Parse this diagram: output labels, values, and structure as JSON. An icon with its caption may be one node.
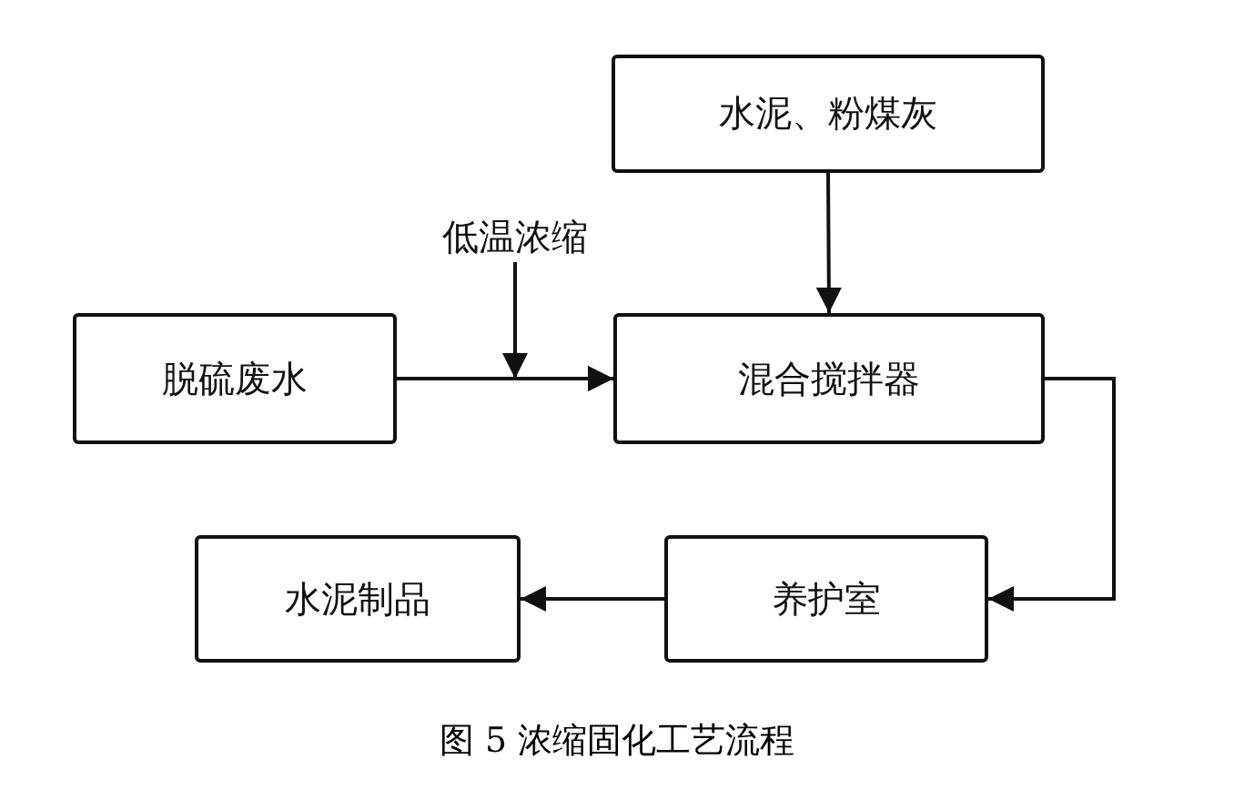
{
  "diagram": {
    "caption": "图 5 浓缩固化工艺流程",
    "nodes": [
      {
        "text": [
          "水泥、粉煤灰"
        ]
      },
      {
        "text": [
          "低温浓缩"
        ]
      },
      {
        "text": [
          "脱硫废水"
        ]
      },
      {
        "text": [
          "混合搅拌器"
        ]
      },
      {
        "text": [
          "水泥制品"
        ]
      },
      {
        "text": [
          "养护室"
        ]
      }
    ],
    "edges": [
      {
        "from": 0,
        "to": 3,
        "arrow": "to"
      },
      {
        "from": 2,
        "to": 3,
        "arrow": "to"
      },
      {
        "from": 1,
        "to": 3,
        "arrow": "to"
      },
      {
        "from": 3,
        "to": 5,
        "arrow": "to"
      },
      {
        "from": 5,
        "to": 4,
        "arrow": "to"
      }
    ]
  }
}
